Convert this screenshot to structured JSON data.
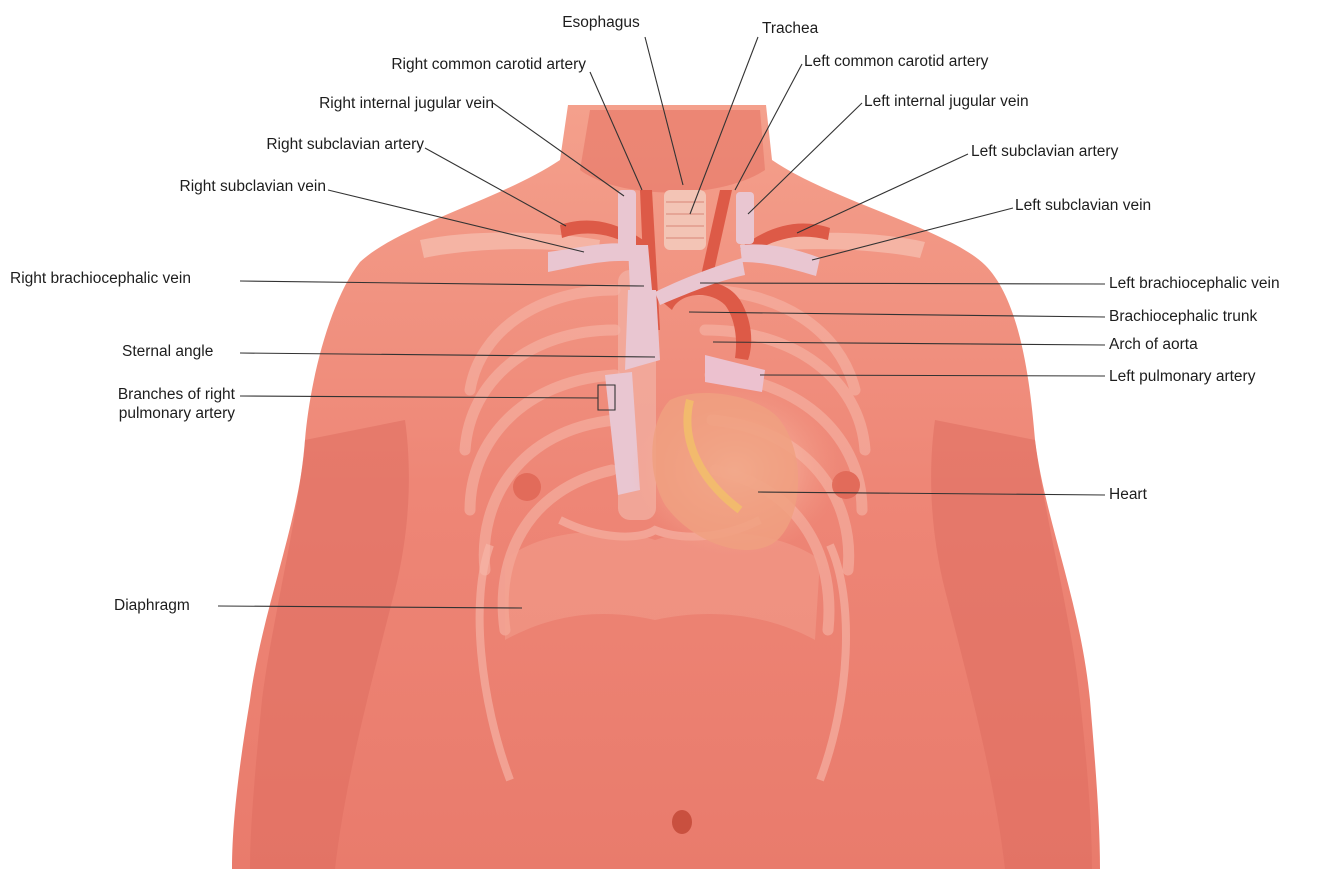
{
  "labels": {
    "esophagus": "Esophagus",
    "trachea": "Trachea",
    "right_common_carotid_artery": "Right common carotid artery",
    "left_common_carotid_artery": "Left common carotid artery",
    "right_internal_jugular_vein": "Right internal jugular vein",
    "left_internal_jugular_vein": "Left internal jugular vein",
    "right_subclavian_artery": "Right subclavian artery",
    "left_subclavian_artery": "Left subclavian artery",
    "right_subclavian_vein": "Right subclavian vein",
    "left_subclavian_vein": "Left subclavian vein",
    "right_brachiocephalic_vein": "Right brachiocephalic vein",
    "left_brachiocephalic_vein": "Left brachiocephalic vein",
    "brachiocephalic_trunk": "Brachiocephalic trunk",
    "sternal_angle": "Sternal angle",
    "arch_of_aorta": "Arch of aorta",
    "branches_of_right_pulmonary_artery_line1": "Branches of right",
    "branches_of_right_pulmonary_artery_line2": "pulmonary artery",
    "left_pulmonary_artery": "Left pulmonary artery",
    "heart": "Heart",
    "diaphragm": "Diaphragm"
  },
  "colors": {
    "skin": "#ef8a78",
    "skin_dark": "#d9604f",
    "vein": "#e6c3d0",
    "artery": "#e0604c",
    "bone": "#f3b3a6",
    "leader_line": "#333333"
  }
}
